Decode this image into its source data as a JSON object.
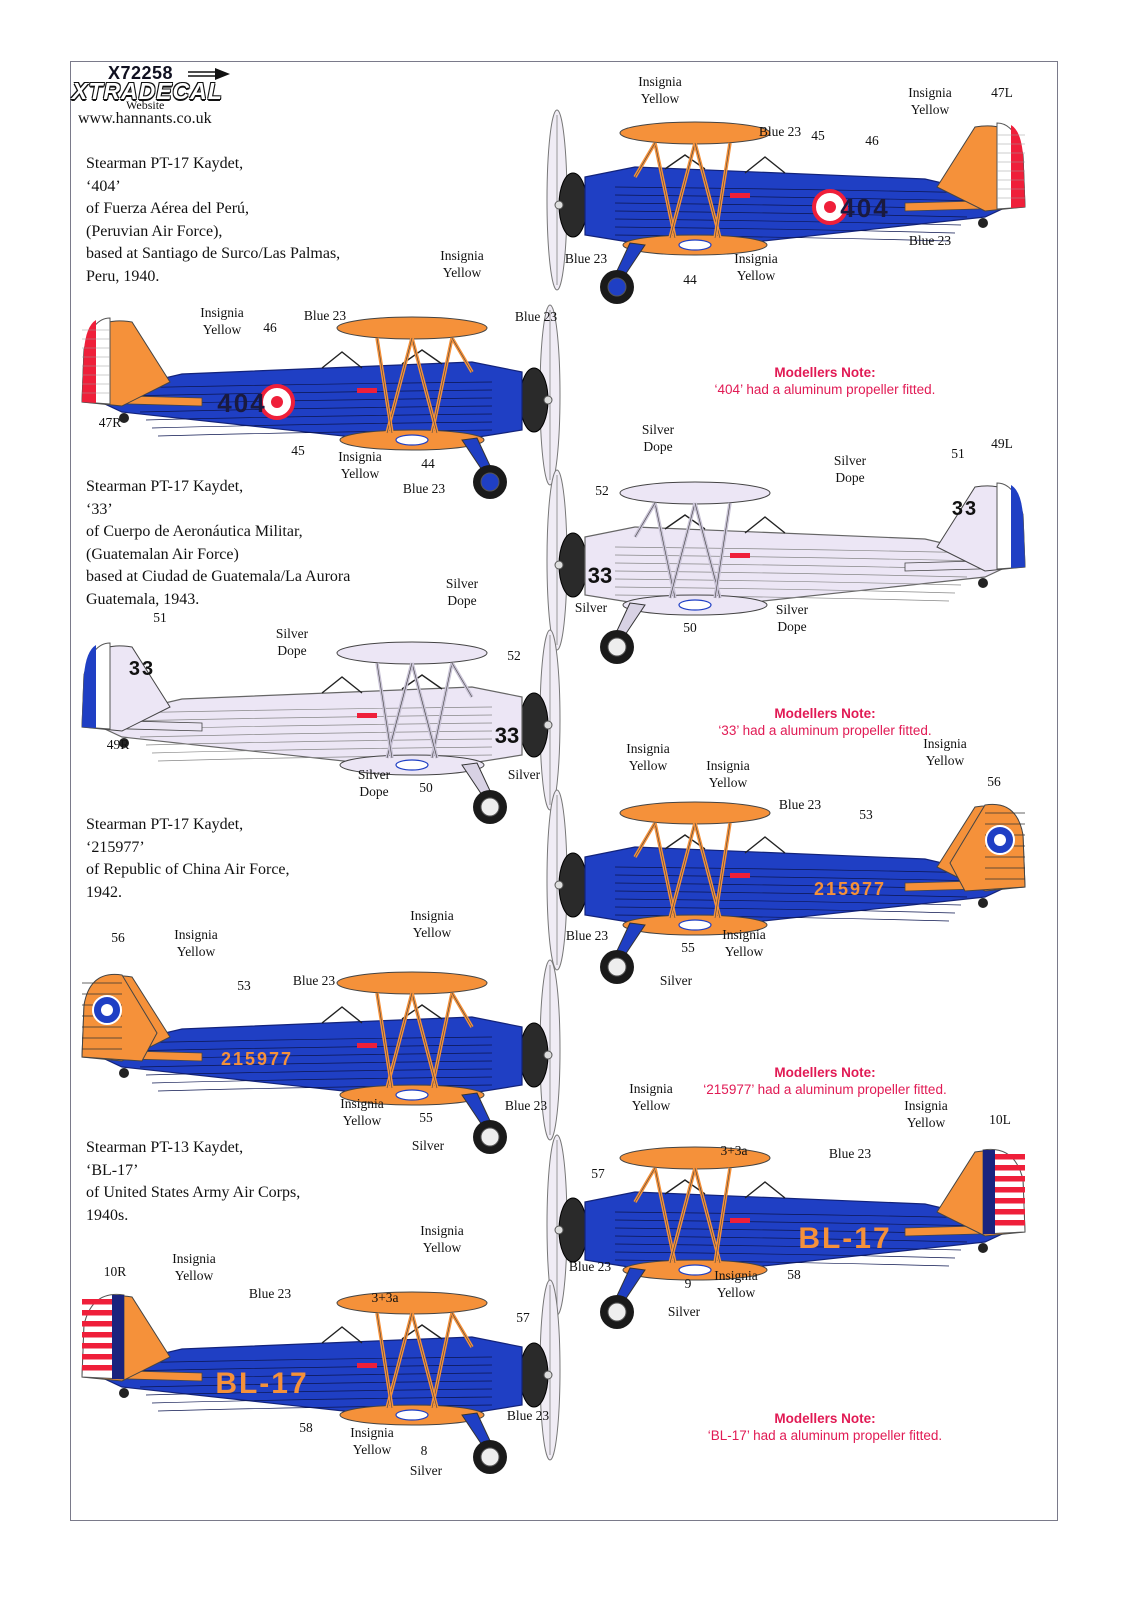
{
  "brand": {
    "code": "X72258",
    "name": "XTRADECAL",
    "website_label": "Website",
    "url": "www.hannants.co.uk"
  },
  "colors": {
    "blue23": "#1f3fc4",
    "insignia_yellow": "#f5913a",
    "silver_dope": "#ece6f5",
    "red": "#ef1f3a",
    "note_pink": "#e11a54",
    "ink": "#111111"
  },
  "descriptions": [
    {
      "text": "Stearman PT-17 Kaydet,\n‘404’\nof Fuerza Aérea del Perú,\n(Peruvian Air Force),\nbased at Santiago de Surco/Las Palmas,\nPeru, 1940."
    },
    {
      "text": "Stearman PT-17 Kaydet,\n‘33’\nof Cuerpo de Aeronáutica Militar,\n(Guatemalan Air Force)\nbased at Ciudad de Guatemala/La Aurora\nGuatemala, 1943."
    },
    {
      "text": "Stearman PT-17 Kaydet,\n‘215977’\nof Republic of China Air Force,\n1942."
    },
    {
      "text": "Stearman PT-13 Kaydet,\n‘BL-17’\nof United States Army Air Corps,\n1940s."
    }
  ],
  "notes": [
    {
      "title": "Modellers Note:",
      "text": "‘404’ had a aluminum propeller fitted."
    },
    {
      "title": "Modellers Note:",
      "text": "‘33’ had a aluminum propeller fitted."
    },
    {
      "title": "Modellers Note:",
      "text": "‘215977’ had a aluminum propeller fitted."
    },
    {
      "title": "Modellers Note:",
      "text": "‘BL-17’ had a aluminum propeller fitted."
    }
  ],
  "aircraft": [
    {
      "id": "peru-right",
      "serial": "404",
      "scheme": "blue",
      "insignia": "roundel",
      "rudder": "peru",
      "callouts": [
        "Insignia\nYellow",
        "Blue 23",
        "45",
        "46",
        "Insignia\nYellow",
        "47L",
        "Blue 23",
        "Blue 23",
        "44",
        "Insignia\nYellow"
      ]
    },
    {
      "id": "peru-left",
      "serial": "404",
      "scheme": "blue",
      "insignia": "roundel",
      "rudder": "peru",
      "callouts": [
        "Insignia\nYellow",
        "46",
        "Blue 23",
        "Insignia\nYellow",
        "Blue 23",
        "47R",
        "45",
        "Insignia\nYellow",
        "44",
        "Blue 23"
      ]
    },
    {
      "id": "guat-right",
      "serial": "33",
      "scheme": "silver",
      "insignia": "guatemala",
      "rudder": "guatemala",
      "callouts": [
        "Silver\nDope",
        "52",
        "Silver\nDope",
        "51",
        "49L",
        "Silver",
        "50",
        "Silver\nDope"
      ]
    },
    {
      "id": "guat-left",
      "serial": "33",
      "scheme": "silver",
      "insignia": "guatemala",
      "rudder": "guatemala",
      "callouts": [
        "51",
        "Silver\nDope",
        "Silver\nDope",
        "52",
        "49R",
        "Silver\nDope",
        "50",
        "Silver"
      ]
    },
    {
      "id": "china-right",
      "serial": "215977",
      "scheme": "blue",
      "insignia": "china",
      "rudder": "china",
      "callouts": [
        "Insignia\nYellow",
        "Insignia\nYellow",
        "Blue 23",
        "53",
        "Insignia\nYellow",
        "56",
        "Blue 23",
        "55",
        "Insignia\nYellow",
        "Silver"
      ]
    },
    {
      "id": "china-left",
      "serial": "215977",
      "scheme": "blue",
      "insignia": "china",
      "rudder": "china",
      "callouts": [
        "56",
        "Insignia\nYellow",
        "53",
        "Blue 23",
        "Insignia\nYellow",
        "Insignia\nYellow",
        "55",
        "Blue 23",
        "Silver"
      ]
    },
    {
      "id": "usaac-right",
      "serial": "BL-17",
      "scheme": "blue",
      "insignia": "usaac",
      "rudder": "usaac",
      "callouts": [
        "Insignia\nYellow",
        "57",
        "3+3a",
        "Blue 23",
        "Insignia\nYellow",
        "10L",
        "Blue 23",
        "9",
        "Insignia\nYellow",
        "58",
        "Silver"
      ]
    },
    {
      "id": "usaac-left",
      "serial": "BL-17",
      "scheme": "blue",
      "insignia": "usaac",
      "rudder": "usaac",
      "callouts": [
        "10R",
        "Insignia\nYellow",
        "Blue 23",
        "Insignia\nYellow",
        "3+3a",
        "57",
        "58",
        "Insignia\nYellow",
        "8",
        "Blue 23",
        "Silver"
      ]
    }
  ]
}
